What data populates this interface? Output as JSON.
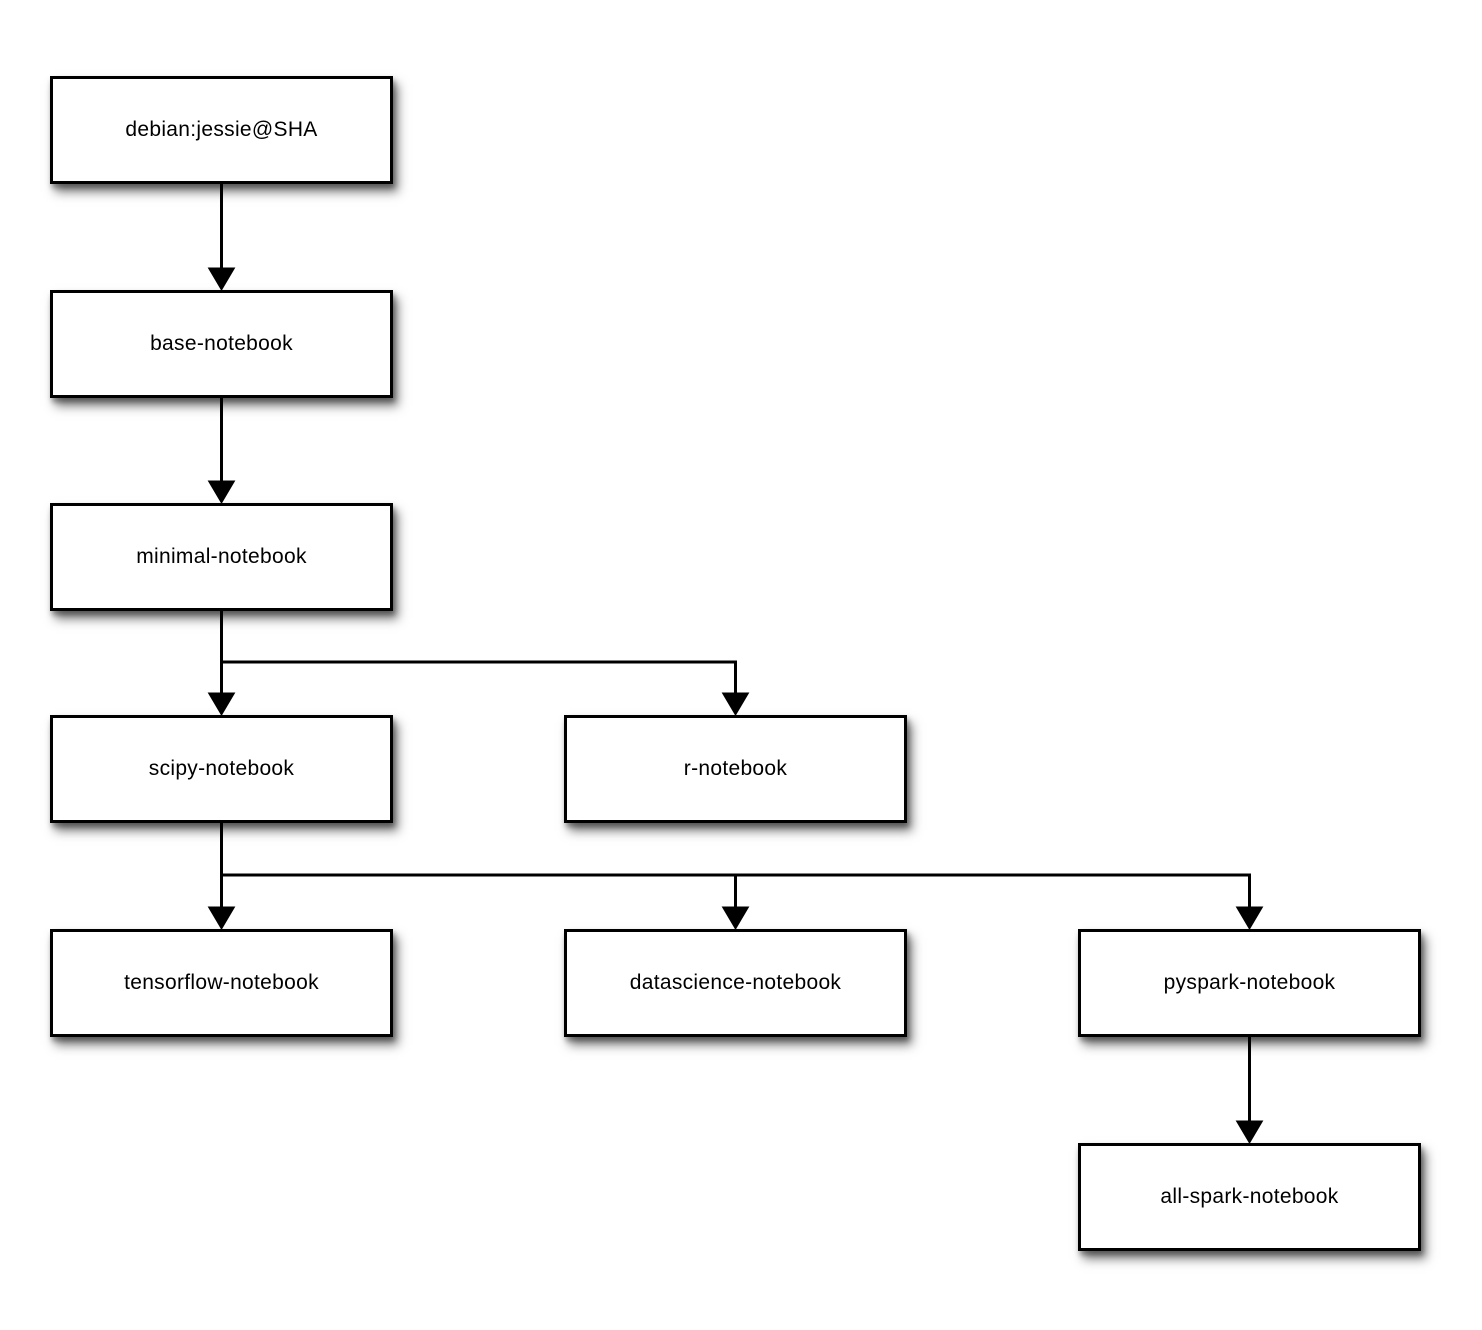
{
  "diagram": {
    "type": "flowchart",
    "nodes": [
      {
        "id": "debian-jessie",
        "label": "debian:jessie@SHA"
      },
      {
        "id": "base-notebook",
        "label": "base-notebook"
      },
      {
        "id": "minimal-notebook",
        "label": "minimal-notebook"
      },
      {
        "id": "scipy-notebook",
        "label": "scipy-notebook"
      },
      {
        "id": "r-notebook",
        "label": "r-notebook"
      },
      {
        "id": "tensorflow-notebook",
        "label": "tensorflow-notebook"
      },
      {
        "id": "datascience-notebook",
        "label": "datascience-notebook"
      },
      {
        "id": "pyspark-notebook",
        "label": "pyspark-notebook"
      },
      {
        "id": "all-spark-notebook",
        "label": "all-spark-notebook"
      }
    ],
    "edges": [
      {
        "from": "debian:jessie@SHA",
        "to": "base-notebook"
      },
      {
        "from": "base-notebook",
        "to": "minimal-notebook"
      },
      {
        "from": "minimal-notebook",
        "to": "scipy-notebook"
      },
      {
        "from": "minimal-notebook",
        "to": "r-notebook"
      },
      {
        "from": "scipy-notebook",
        "to": "tensorflow-notebook"
      },
      {
        "from": "scipy-notebook",
        "to": "datascience-notebook"
      },
      {
        "from": "scipy-notebook",
        "to": "pyspark-notebook"
      },
      {
        "from": "pyspark-notebook",
        "to": "all-spark-notebook"
      }
    ],
    "colors": {
      "background": "#ffffff",
      "node_fill": "#ffffff",
      "node_border": "#000000",
      "edge": "#000000",
      "text": "#000000"
    }
  }
}
